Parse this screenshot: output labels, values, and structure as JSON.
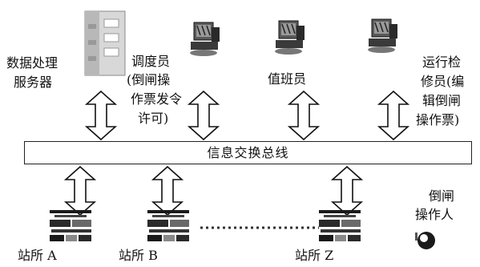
{
  "nodes": {
    "server": {
      "line1": "数据处理",
      "line2": "服务器"
    },
    "dispatcher": {
      "line1": "调度员",
      "line2": "(倒闸操",
      "line3": "作票发令",
      "line4": "许可)"
    },
    "duty": {
      "line1": "值班员"
    },
    "maintenance": {
      "line1": "运行检",
      "line2": "修员(编",
      "line3": "辑倒闸",
      "line4": "操作票)"
    },
    "operator": {
      "line1": "倒闸",
      "line2": "操作人"
    }
  },
  "bus": {
    "label": "信息交换总线"
  },
  "stations": [
    {
      "label": "站所 A"
    },
    {
      "label": "站所 B"
    },
    {
      "label": "站所 Z"
    }
  ],
  "colors": {
    "line": "#111111",
    "dots": "#333333"
  }
}
